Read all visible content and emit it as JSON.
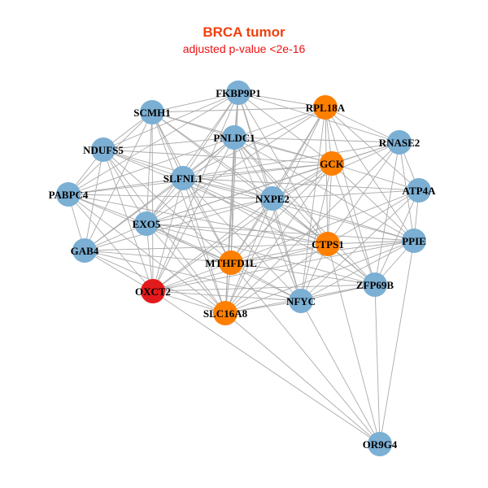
{
  "title": "BRCA tumor",
  "subtitle": "adjusted p-value <2e-16",
  "colors": {
    "blue": "#7bafd4",
    "orange": "#ff7f00",
    "red": "#e31a1c",
    "edge": "#aaaaaa"
  },
  "nodes": [
    {
      "name": "FKBP9P1",
      "group": "blue"
    },
    {
      "name": "SCMH1",
      "group": "blue"
    },
    {
      "name": "RPL18A",
      "group": "orange"
    },
    {
      "name": "PNLDC1",
      "group": "blue"
    },
    {
      "name": "RNASE2",
      "group": "blue"
    },
    {
      "name": "NDUFS5",
      "group": "blue"
    },
    {
      "name": "GCK",
      "group": "orange"
    },
    {
      "name": "SLFNL1",
      "group": "blue"
    },
    {
      "name": "ATP4A",
      "group": "blue"
    },
    {
      "name": "PABPC4",
      "group": "blue"
    },
    {
      "name": "NXPE2",
      "group": "blue"
    },
    {
      "name": "EXO5",
      "group": "blue"
    },
    {
      "name": "PPIE",
      "group": "blue"
    },
    {
      "name": "CTPS1",
      "group": "orange"
    },
    {
      "name": "GAB4",
      "group": "blue"
    },
    {
      "name": "MTHFD1L",
      "group": "orange"
    },
    {
      "name": "ZFP69B",
      "group": "blue"
    },
    {
      "name": "OXCT2",
      "group": "red"
    },
    {
      "name": "NFYC",
      "group": "blue"
    },
    {
      "name": "SLC16A8",
      "group": "orange"
    },
    {
      "name": "OR9G4",
      "group": "blue"
    }
  ],
  "edges_by_node": [
    [
      1,
      2,
      3,
      4,
      5,
      6,
      7,
      9,
      10,
      11,
      13,
      15,
      17,
      18,
      19
    ],
    [
      2,
      3,
      5,
      6,
      7,
      9,
      10,
      11,
      13,
      14,
      15,
      17,
      19
    ],
    [
      3,
      4,
      6,
      7,
      8,
      10,
      11,
      12,
      13,
      15,
      16,
      18,
      19
    ],
    [
      4,
      5,
      6,
      7,
      9,
      10,
      11,
      12,
      13,
      14,
      15,
      16,
      17,
      18,
      19
    ],
    [
      6,
      7,
      8,
      10,
      11,
      12,
      13,
      16,
      19
    ],
    [
      6,
      7,
      9,
      10,
      11,
      13,
      14,
      15,
      17,
      19
    ],
    [
      7,
      8,
      9,
      10,
      11,
      12,
      13,
      15,
      16,
      17,
      18,
      19
    ],
    [
      8,
      9,
      10,
      11,
      12,
      13,
      14,
      15,
      16,
      17,
      18,
      19
    ],
    [
      10,
      12,
      13,
      15,
      16,
      18
    ],
    [
      10,
      11,
      13,
      14,
      15,
      17,
      19
    ],
    [
      11,
      12,
      13,
      14,
      15,
      16,
      17,
      18,
      19
    ],
    [
      12,
      13,
      14,
      15,
      16,
      17,
      18,
      19
    ],
    [
      13,
      15,
      16,
      17,
      18,
      19,
      20
    ],
    [
      14,
      15,
      16,
      17,
      18,
      19,
      20
    ],
    [
      15,
      17,
      18,
      19
    ],
    [
      16,
      17,
      18,
      19,
      20
    ],
    [
      17,
      18,
      19,
      20
    ],
    [
      18,
      19,
      20
    ],
    [
      19,
      20
    ],
    [
      20
    ],
    []
  ]
}
